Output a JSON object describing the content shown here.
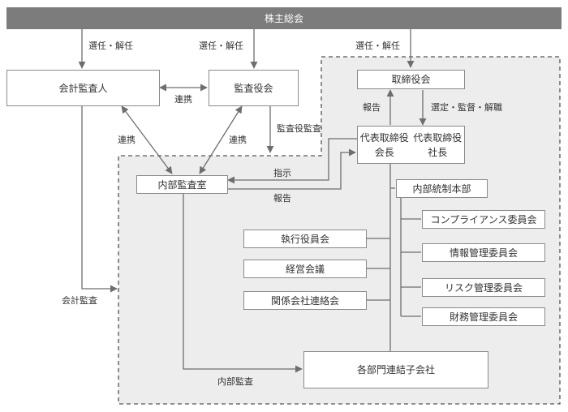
{
  "boxes": {
    "shareholders": "株主総会",
    "accounting_auditor": "会計監査人",
    "audit_board": "監査役会",
    "board": "取締役会",
    "ceo_line1": "代表取締役会長",
    "ceo_line2": "代表取締役社長",
    "internal_audit": "内部監査室",
    "internal_control": "内部統制本部",
    "compliance": "コンプライアンス委員会",
    "info_mgmt": "情報管理委員会",
    "risk_mgmt": "リスク管理委員会",
    "finance_mgmt": "財務管理委員会",
    "exec_officers": "執行役員会",
    "management": "経営会議",
    "affiliates": "関係会社連絡会",
    "depts_line1": "各部門",
    "depts_line2": "連結子会社"
  },
  "labels": {
    "elect1": "選任・解任",
    "elect2": "選任・解任",
    "elect3": "選任・解任",
    "coop_auditors": "連携",
    "coop_left": "連携",
    "coop_right": "連携",
    "audit_by_board": "監査役監査",
    "report_up": "報告",
    "select_supervise": "選定・監督・解職",
    "instruction": "指示",
    "report_internal": "報告",
    "accounting_audit": "会計監査",
    "internal_audit_label": "内部監査"
  },
  "colors": {
    "line": "#6e6e6e",
    "region_fill": "#ededed",
    "top_bar": "#7c7c7c"
  }
}
